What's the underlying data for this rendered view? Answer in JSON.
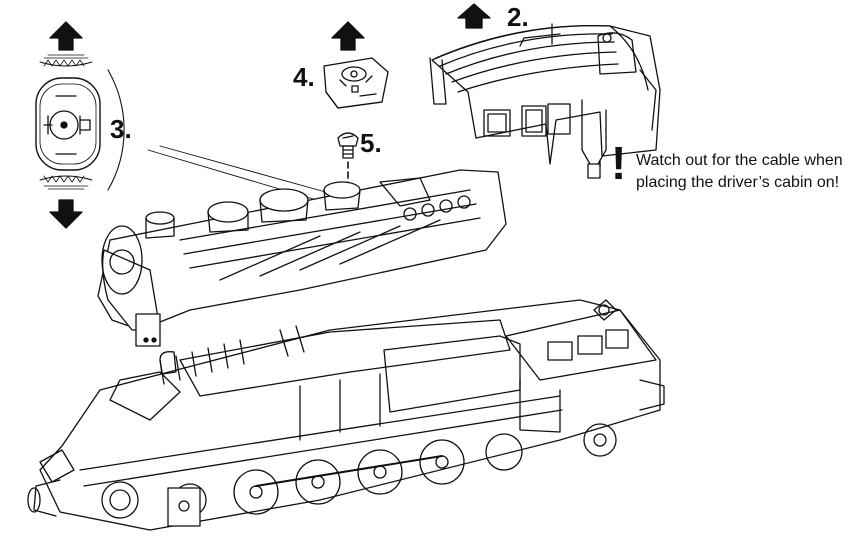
{
  "steps": {
    "step_2": "2.",
    "step_3": "3.",
    "step_4": "4.",
    "step_5": "5."
  },
  "warning": {
    "mark": "!",
    "line_1": "Watch out for the cable when",
    "line_2": "placing the driver’s cabin on!"
  },
  "colors": {
    "ink": "#111111",
    "paper": "#ffffff"
  },
  "icons": [
    "up-arrow-icon",
    "down-arrow-icon",
    "screw-icon",
    "exclamation-icon"
  ]
}
